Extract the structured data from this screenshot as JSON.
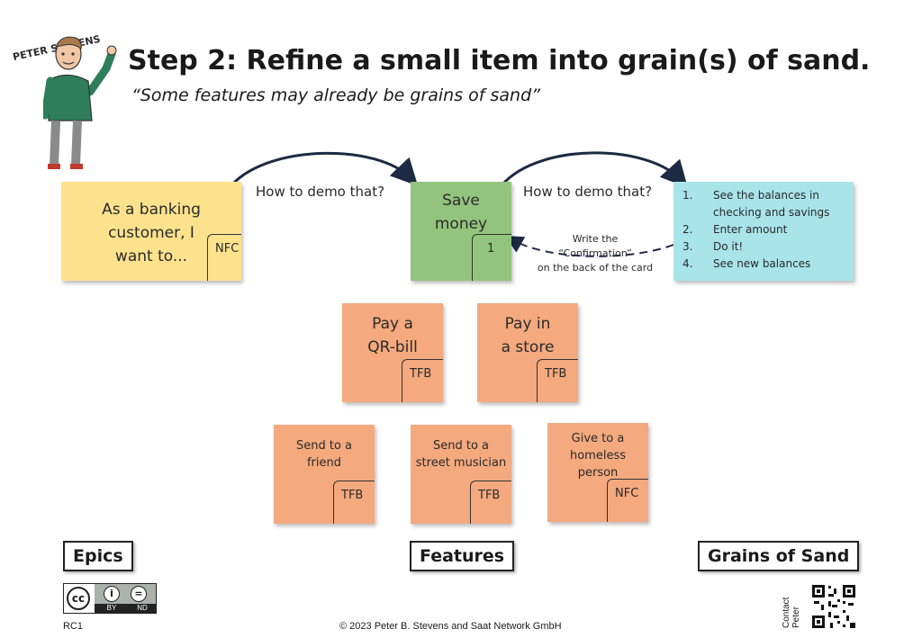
{
  "header": {
    "title": "Step 2: Refine a small item into grain(s) of sand.",
    "subtitle": "“Some features may already be grains of sand”",
    "author_logo_text": "PETER STEVENS"
  },
  "arrows": {
    "left_label": "How to demo that?",
    "right_label": "How to demo that?",
    "back_note_line1": "Write the",
    "back_note_line2": "“Confirmation”",
    "back_note_line3": "on the back of the card"
  },
  "cards": {
    "epic": {
      "lines": [
        "As a banking",
        "customer, I",
        "want to..."
      ],
      "tag": "NFC",
      "color": "#fde28e"
    },
    "save": {
      "lines": [
        "Save",
        "money"
      ],
      "tag": "1",
      "color": "#93c47d"
    },
    "grains": {
      "color": "#a8e4ea",
      "steps": [
        {
          "num": "1.",
          "text": "See the balances in"
        },
        {
          "num": "",
          "text": "checking and savings"
        },
        {
          "num": "2.",
          "text": "Enter amount"
        },
        {
          "num": "3.",
          "text": "Do it!"
        },
        {
          "num": "4.",
          "text": "See new balances"
        }
      ]
    },
    "qr": {
      "lines": [
        "Pay a",
        "QR-bill"
      ],
      "tag": "TFB",
      "color": "#f4a97e"
    },
    "store": {
      "lines": [
        "Pay in",
        "a store"
      ],
      "tag": "TFB",
      "color": "#f4a97e"
    },
    "friend": {
      "lines": [
        "Send to a",
        "friend"
      ],
      "tag": "TFB",
      "color": "#f4a97e"
    },
    "musician": {
      "lines": [
        "Send to a",
        "street musician"
      ],
      "tag": "TFB",
      "color": "#f4a97e"
    },
    "homeless": {
      "lines": [
        "Give to a",
        "homeless",
        "person"
      ],
      "tag": "NFC",
      "color": "#f4a97e"
    }
  },
  "columns": {
    "epics": "Epics",
    "features": "Features",
    "grains": "Grains of Sand"
  },
  "footer": {
    "license_cc": "cc",
    "license_by": "BY",
    "license_nd": "ND",
    "code": "RC1",
    "copyright": "© 2023 Peter B. Stevens and Saat Network GmbH",
    "contact_line1": "Contact",
    "contact_line2": "Peter"
  }
}
